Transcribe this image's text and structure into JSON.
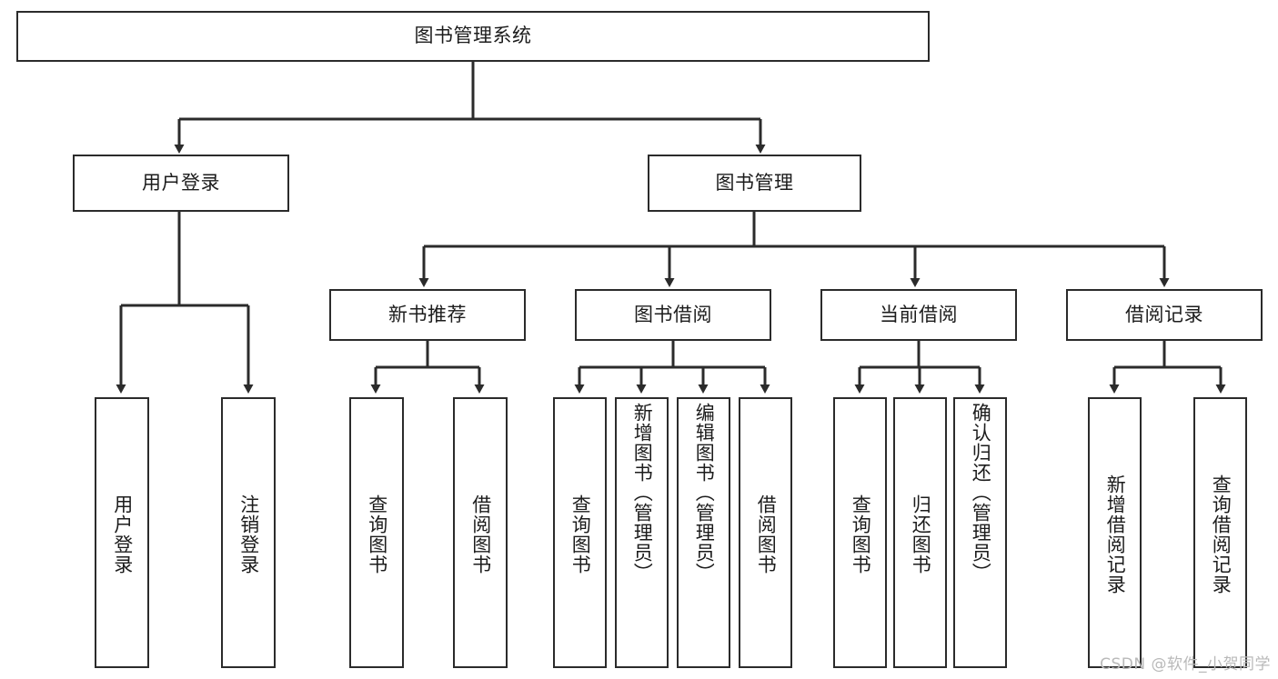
{
  "diagram": {
    "title": "图书管理系统",
    "type": "hierarchy-tree",
    "watermark": "CSDN @软件_小贺同学",
    "colors": {
      "background": "#ffffff",
      "box_border": "#2b2b2b",
      "box_fill": "#ffffff",
      "connector": "#2b2b2b",
      "text": "#1c1c1c",
      "watermark": "#b9b9b9"
    },
    "root": {
      "label": "图书管理系统"
    },
    "level1": [
      {
        "label": "用户登录"
      },
      {
        "label": "图书管理"
      }
    ],
    "level2": [
      {
        "label": "新书推荐"
      },
      {
        "label": "图书借阅"
      },
      {
        "label": "当前借阅"
      },
      {
        "label": "借阅记录"
      }
    ],
    "leaves": {
      "user_login": [
        {
          "label": "用户登录"
        },
        {
          "label": "注销登录"
        }
      ],
      "new_book": [
        {
          "label": "查询图书"
        },
        {
          "label": "借阅图书"
        }
      ],
      "book_borrow": [
        {
          "label": "查询图书"
        },
        {
          "label": "新增图书（管理员）"
        },
        {
          "label": "编辑图书（管理员）"
        },
        {
          "label": "借阅图书"
        }
      ],
      "current_borrow": [
        {
          "label": "查询图书"
        },
        {
          "label": "归还图书"
        },
        {
          "label": "确认归还（管理员）"
        }
      ],
      "borrow_record": [
        {
          "label": "新增借阅记录"
        },
        {
          "label": "查询借阅记录"
        }
      ]
    }
  }
}
